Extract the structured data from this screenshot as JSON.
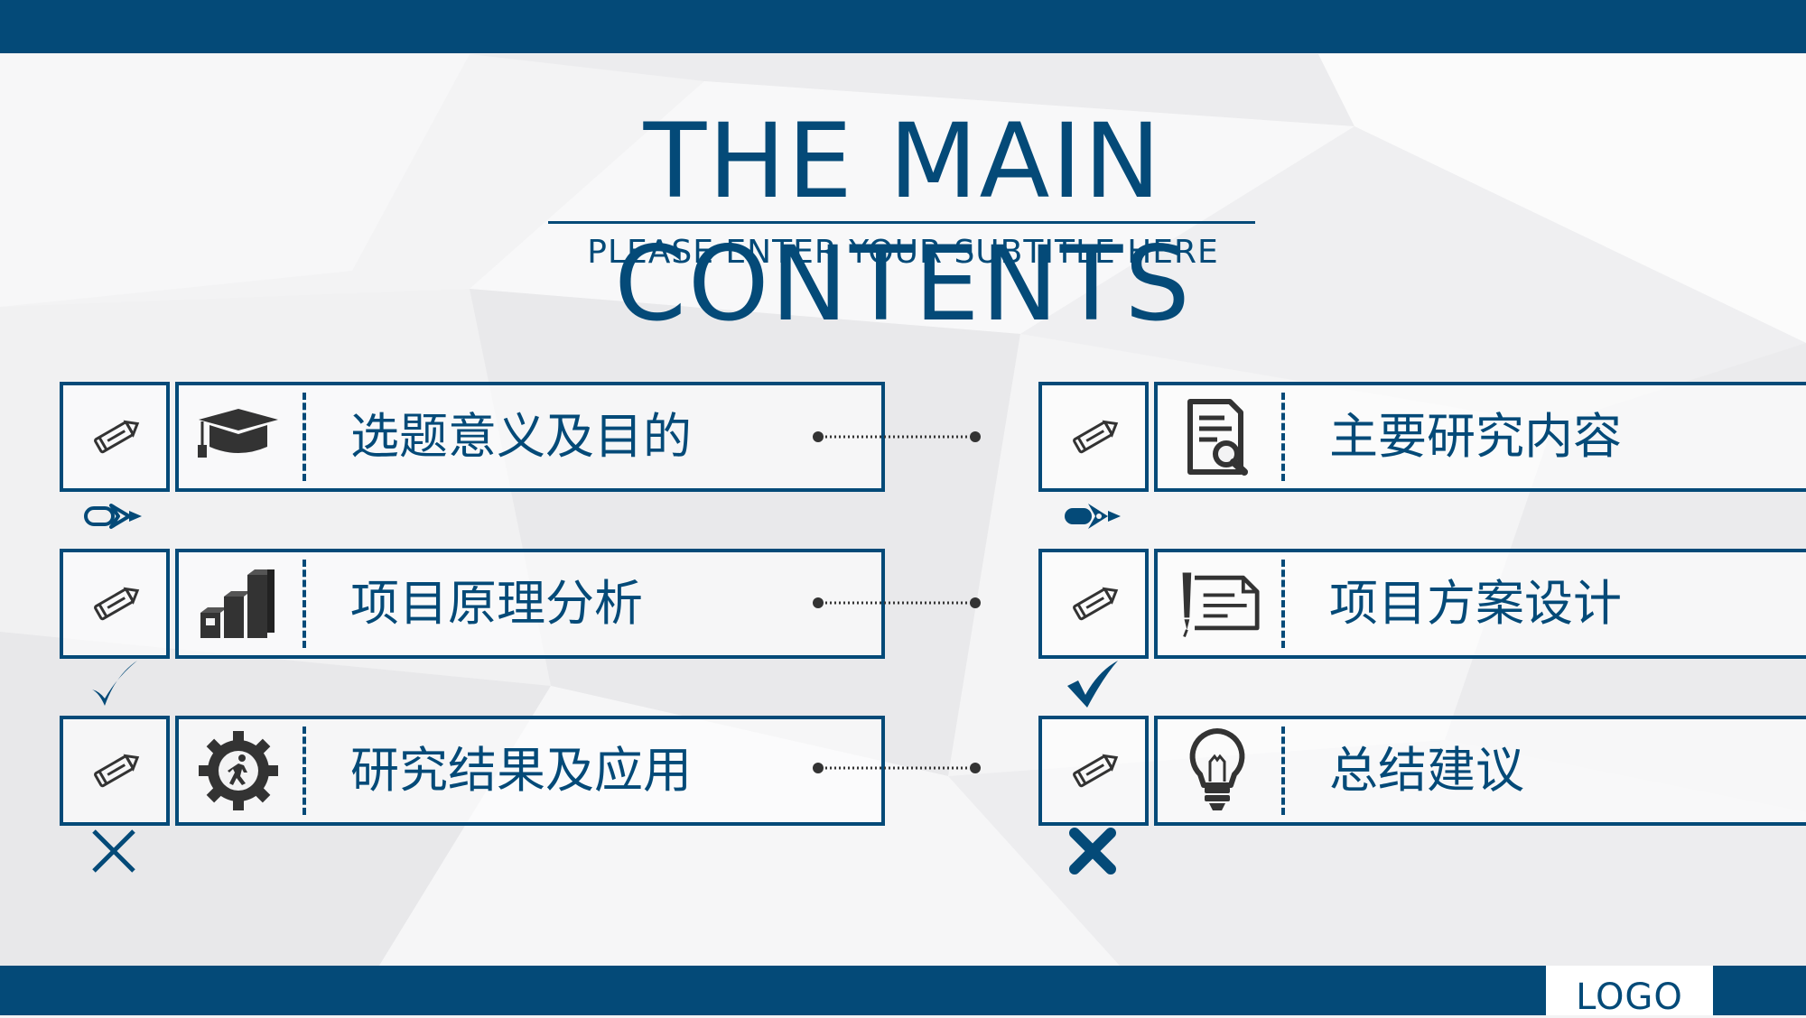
{
  "title": {
    "line1": "THE MAIN",
    "line2": "CONTENTS",
    "subtitle": "PLEASE ENTER YOUR  SUBTITLE HERE"
  },
  "items": [
    {
      "label": "选题意义及目的",
      "icon": "graduation-cap-icon"
    },
    {
      "label": "主要研究内容",
      "icon": "document-search-icon"
    },
    {
      "label": "项目原理分析",
      "icon": "bar-chart-icon"
    },
    {
      "label": "项目方案设计",
      "icon": "pen-document-icon"
    },
    {
      "label": "研究结果及应用",
      "icon": "gear-person-icon"
    },
    {
      "label": "总结建议",
      "icon": "lightbulb-icon"
    }
  ],
  "markers": [
    {
      "icon": "pen-nib-outline-icon"
    },
    {
      "icon": "pen-nib-solid-icon"
    },
    {
      "icon": "checkmark-thin-icon"
    },
    {
      "icon": "checkmark-bold-icon"
    },
    {
      "icon": "cross-thin-icon"
    },
    {
      "icon": "cross-bold-icon"
    }
  ],
  "logo": "LOGO",
  "colors": {
    "accent": "#044a78",
    "icon_dark": "#333333",
    "background": "#f3f3f4"
  }
}
